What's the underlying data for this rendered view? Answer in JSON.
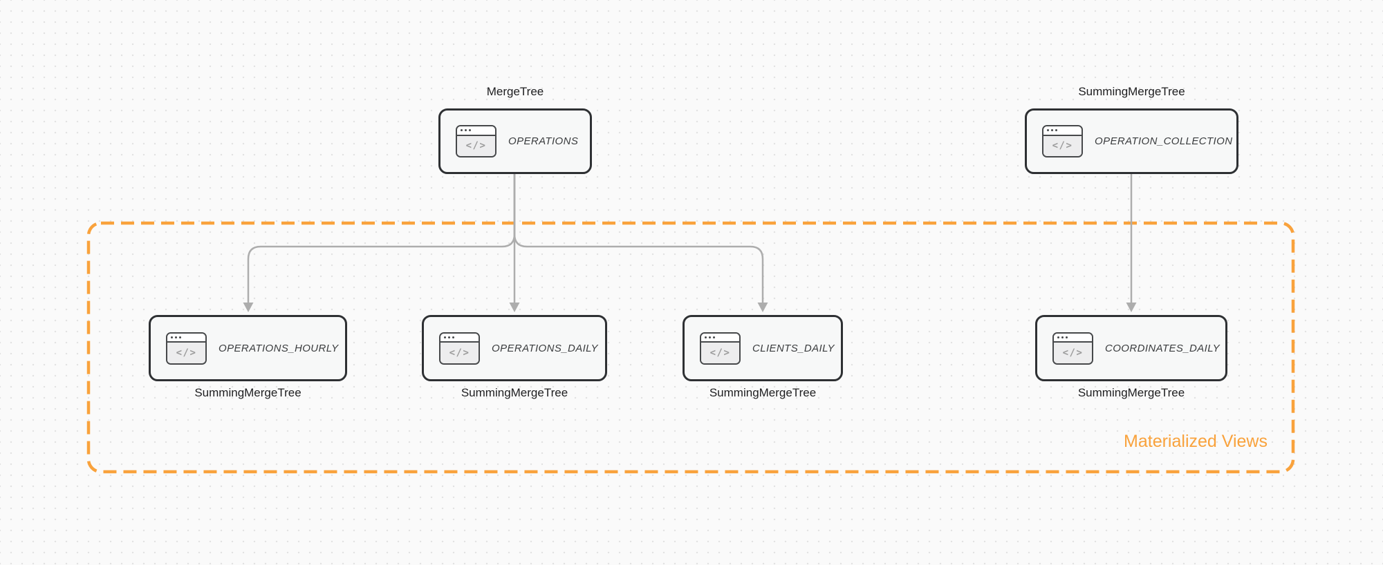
{
  "canvas": {
    "kind": "diagram-canvas",
    "grid": "dot"
  },
  "colors": {
    "background": "#fafafa",
    "grid_dot": "#e2e2e2",
    "node_border": "#2e3033",
    "node_fill": "#f7f8f8",
    "node_text": "#3a3c3e",
    "arrow": "#adadad",
    "group_border": "#f9a23c",
    "group_label": "#f9a23c"
  },
  "icons": {
    "code_glyph": "</>"
  },
  "nodes": [
    {
      "table_name": "OPERATIONS",
      "engine_label": "MergeTree",
      "engine_label_position": "top",
      "icon": "code-window-icon"
    },
    {
      "table_name": "OPERATION_COLLECTION",
      "engine_label": "SummingMergeTree",
      "engine_label_position": "top",
      "icon": "code-window-icon"
    },
    {
      "table_name": "OPERATIONS_HOURLY",
      "engine_label": "SummingMergeTree",
      "engine_label_position": "bottom",
      "icon": "code-window-icon"
    },
    {
      "table_name": "OPERATIONS_DAILY",
      "engine_label": "SummingMergeTree",
      "engine_label_position": "bottom",
      "icon": "code-window-icon"
    },
    {
      "table_name": "CLIENTS_DAILY",
      "engine_label": "SummingMergeTree",
      "engine_label_position": "bottom",
      "icon": "code-window-icon"
    },
    {
      "table_name": "COORDINATES_DAILY",
      "engine_label": "SummingMergeTree",
      "engine_label_position": "bottom",
      "icon": "code-window-icon"
    }
  ],
  "group": {
    "label": "Materialized Views"
  },
  "edges": [
    {
      "from": "OPERATIONS",
      "to": "OPERATIONS_HOURLY"
    },
    {
      "from": "OPERATIONS",
      "to": "OPERATIONS_DAILY"
    },
    {
      "from": "OPERATIONS",
      "to": "CLIENTS_DAILY"
    },
    {
      "from": "OPERATION_COLLECTION",
      "to": "COORDINATES_DAILY"
    }
  ]
}
